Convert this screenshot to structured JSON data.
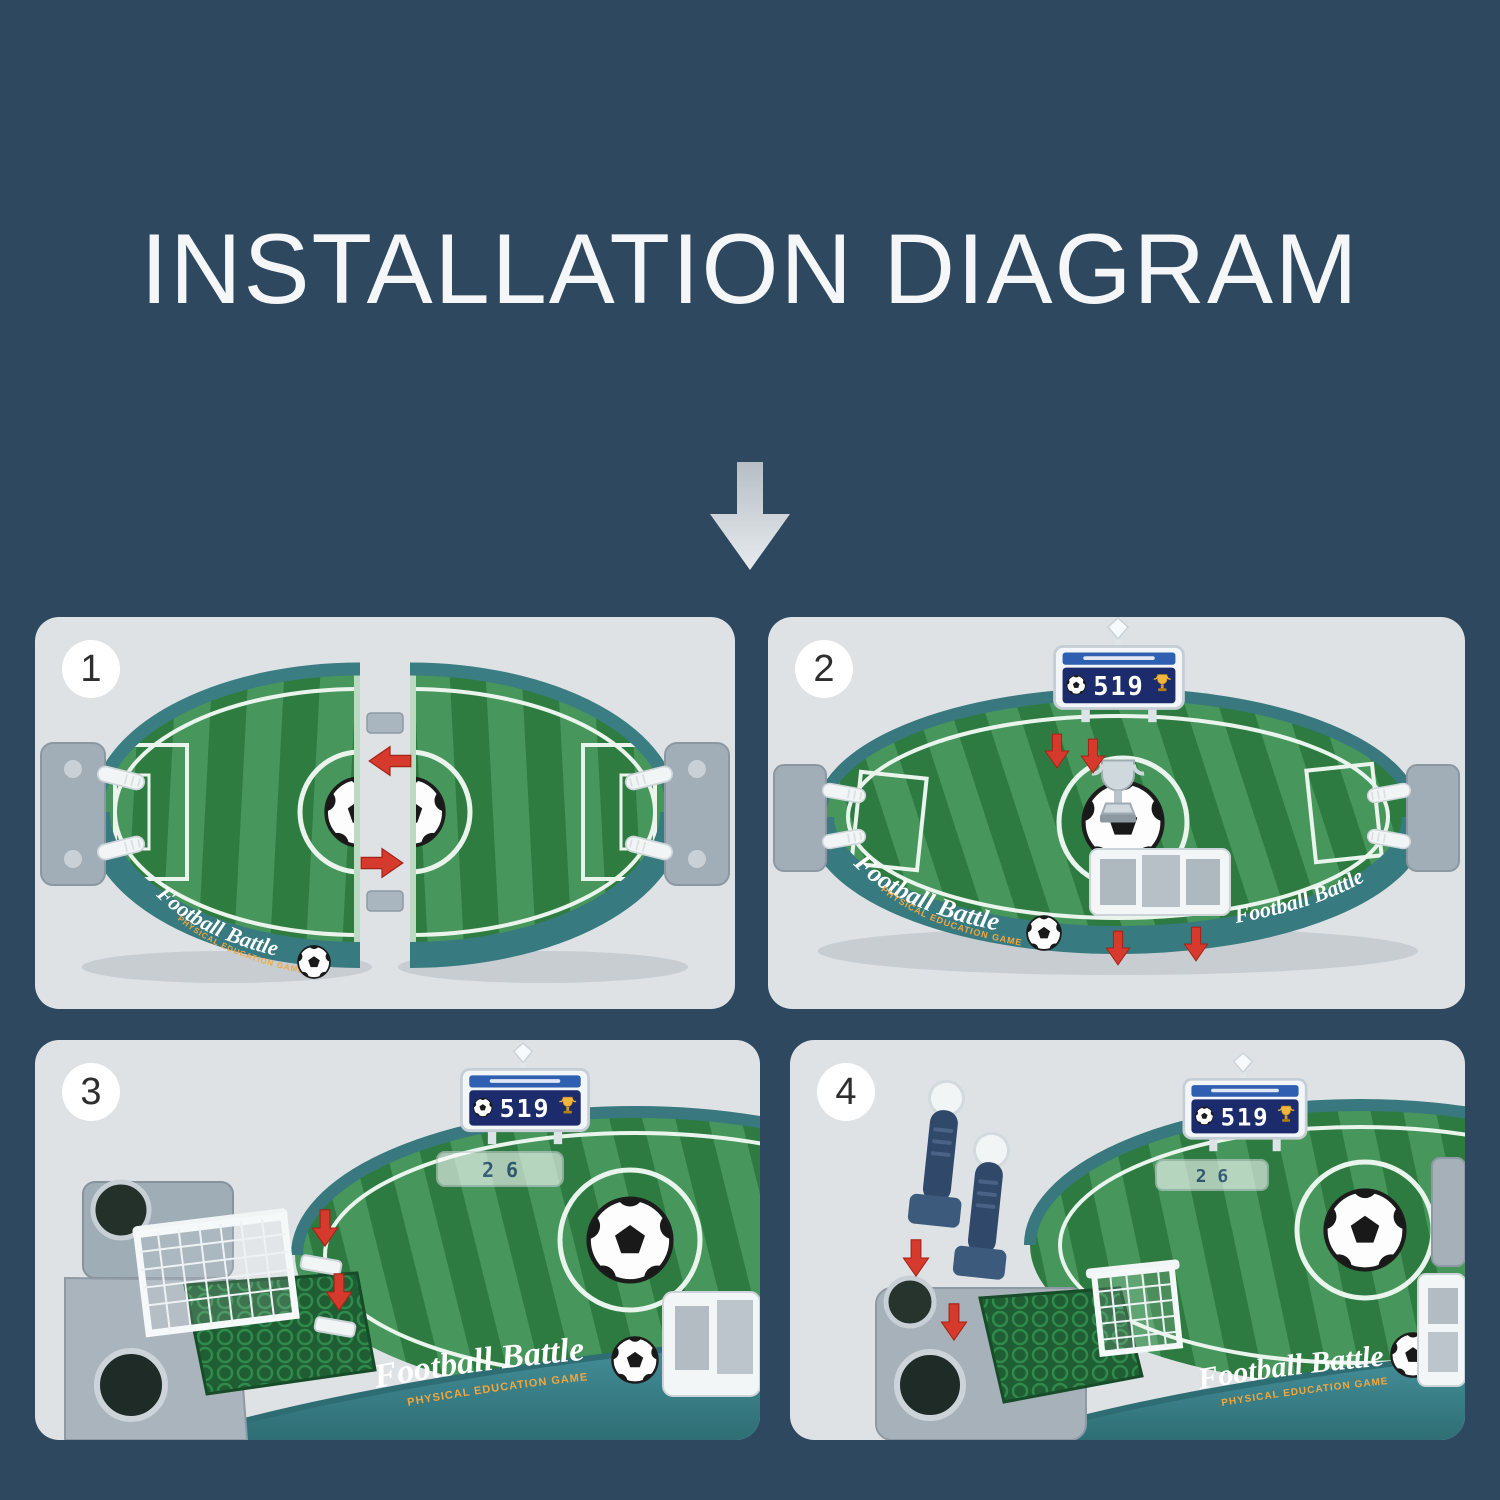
{
  "page": {
    "title": "INSTALLATION DIAGRAM"
  },
  "steps": [
    {
      "number": "1"
    },
    {
      "number": "2"
    },
    {
      "number": "3"
    },
    {
      "number": "4"
    }
  ],
  "product": {
    "brand": "Football Battle",
    "tagline": "PHYSICAL EDUCATION GAME",
    "scoreboard_value": "519",
    "field_display_value": "2 6"
  },
  "colors": {
    "background": "#2e4860",
    "panel": "#dee2e5",
    "field_green_dark": "#2f7c41",
    "field_green_light": "#47965c",
    "wall_teal": "#377a80",
    "arrow_red": "#d63a2c",
    "scoreboard_navy": "#1b2b6b",
    "tagline_orange": "#f2a73e"
  }
}
